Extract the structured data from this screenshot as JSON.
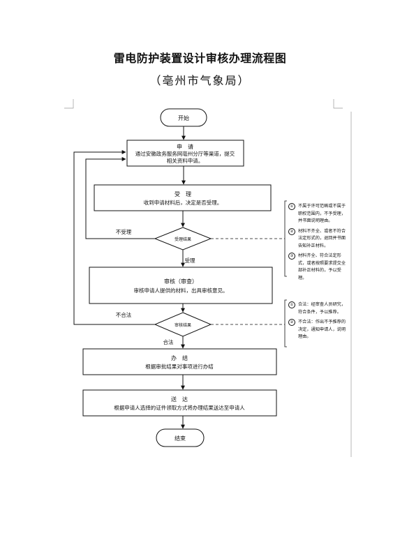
{
  "page": {
    "title": "雷电防护装置设计审核办理流程图",
    "subtitle": "（亳州市气象局）"
  },
  "flow": {
    "start": "开始",
    "apply_title": "申　请",
    "apply_desc_1": "通过安徽政务服务网亳州分厅等渠道，提交",
    "apply_desc_2": "相关资料申请。",
    "accept_title": "受　理",
    "accept_desc": "收到申请材料后，决定是否受理。",
    "accept_result": "受理结果",
    "not_accepted": "不受理",
    "accepted": "受理",
    "review_title": "审核（审查）",
    "review_desc": "审核申请人提供的材料，出具审核意见。",
    "review_result": "审核结果",
    "illegal": "不合法",
    "legal": "合法",
    "handle_title": "办　结",
    "handle_desc": "根据审批结果对事项进行办结",
    "deliver_title": "送　达",
    "deliver_desc": "根据申请人选择的证件领取方式将办理结果送达至申请人",
    "end": "结束"
  },
  "notes": {
    "accept": [
      {
        "num": "①",
        "text": "不属于许可范畴或不属于职权范围内，不予受理，并书面说明理由。"
      },
      {
        "num": "②",
        "text": "材料不齐全、或者不符合法定形式的，退回并书面告知补正材料。"
      },
      {
        "num": "③",
        "text": "材料齐全、符合法定形式，或者按照要求提交全部补正材料的，予以受理。"
      }
    ],
    "review": [
      {
        "num": "①",
        "text": "合法：经审查人员研究，符合条件，予以推荐。"
      },
      {
        "num": "②",
        "text": "不合法：作出不予推荐的决定，通知申请人，说明理由。"
      }
    ]
  }
}
